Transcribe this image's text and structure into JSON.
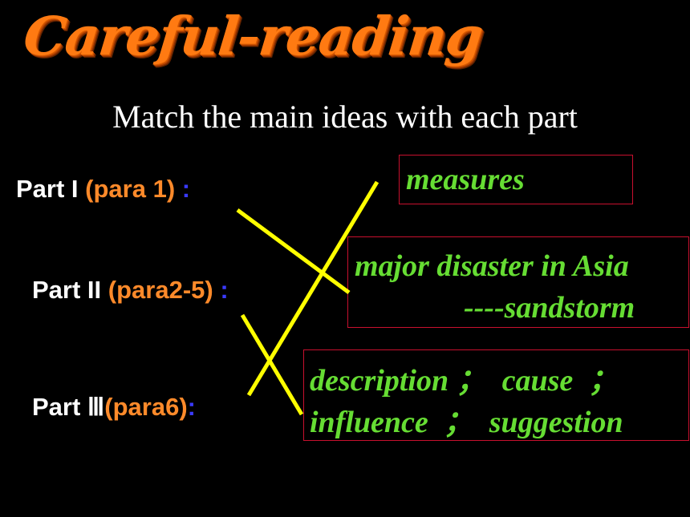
{
  "logo_text": "Careful-reading",
  "subtitle": "Match the main ideas with each part",
  "parts": [
    {
      "name": "Part I",
      "para": "(para 1)",
      "colon": " :"
    },
    {
      "name": "Part II",
      "para": "(para2-5)",
      "colon": " :"
    },
    {
      "name": "Part Ⅲ",
      "para": "(para6)",
      "colon": ":"
    }
  ],
  "ideas": {
    "measures": "measures",
    "disaster_line1": "major disaster in Asia",
    "disaster_line2": "----sandstorm",
    "description_line1": "description ；  cause  ；",
    "description_line2": "influence  ；  suggestion"
  },
  "colors": {
    "background": "#000000",
    "part_label": "#ffffff",
    "para": "#ff8a2a",
    "colon": "#3a3aff",
    "idea_text": "#66dd33",
    "box_border": "#c8102e",
    "match_line": "#ffff00",
    "logo": "#ff7a12"
  }
}
